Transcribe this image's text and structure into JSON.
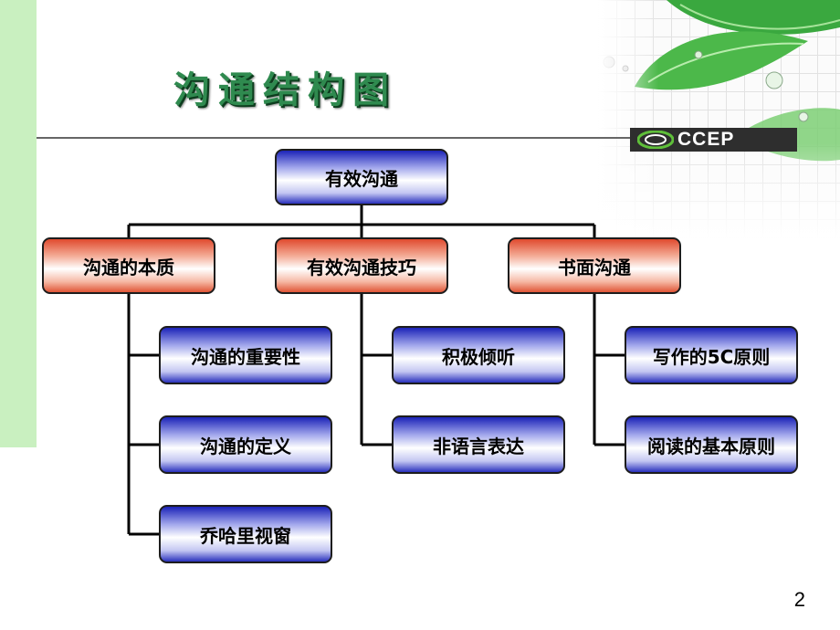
{
  "slide": {
    "title": "沟通结构图",
    "logo_text": "CCEP",
    "page_number": "2"
  },
  "diagram": {
    "root": "有效沟通",
    "branches": [
      {
        "label": "沟通的本质",
        "children": [
          "沟通的重要性",
          "沟通的定义",
          "乔哈里视窗"
        ]
      },
      {
        "label": "有效沟通技巧",
        "children": [
          "积极倾听",
          "非语言表达"
        ]
      },
      {
        "label": "书面沟通",
        "children": [
          "写作的5C原则",
          "阅读的基本原则"
        ]
      }
    ]
  },
  "colors": {
    "title_green": "#2f8a4f",
    "band_green": "#c9f0c0",
    "node_blue": "#1c23b8",
    "node_red": "#e04a2e"
  }
}
